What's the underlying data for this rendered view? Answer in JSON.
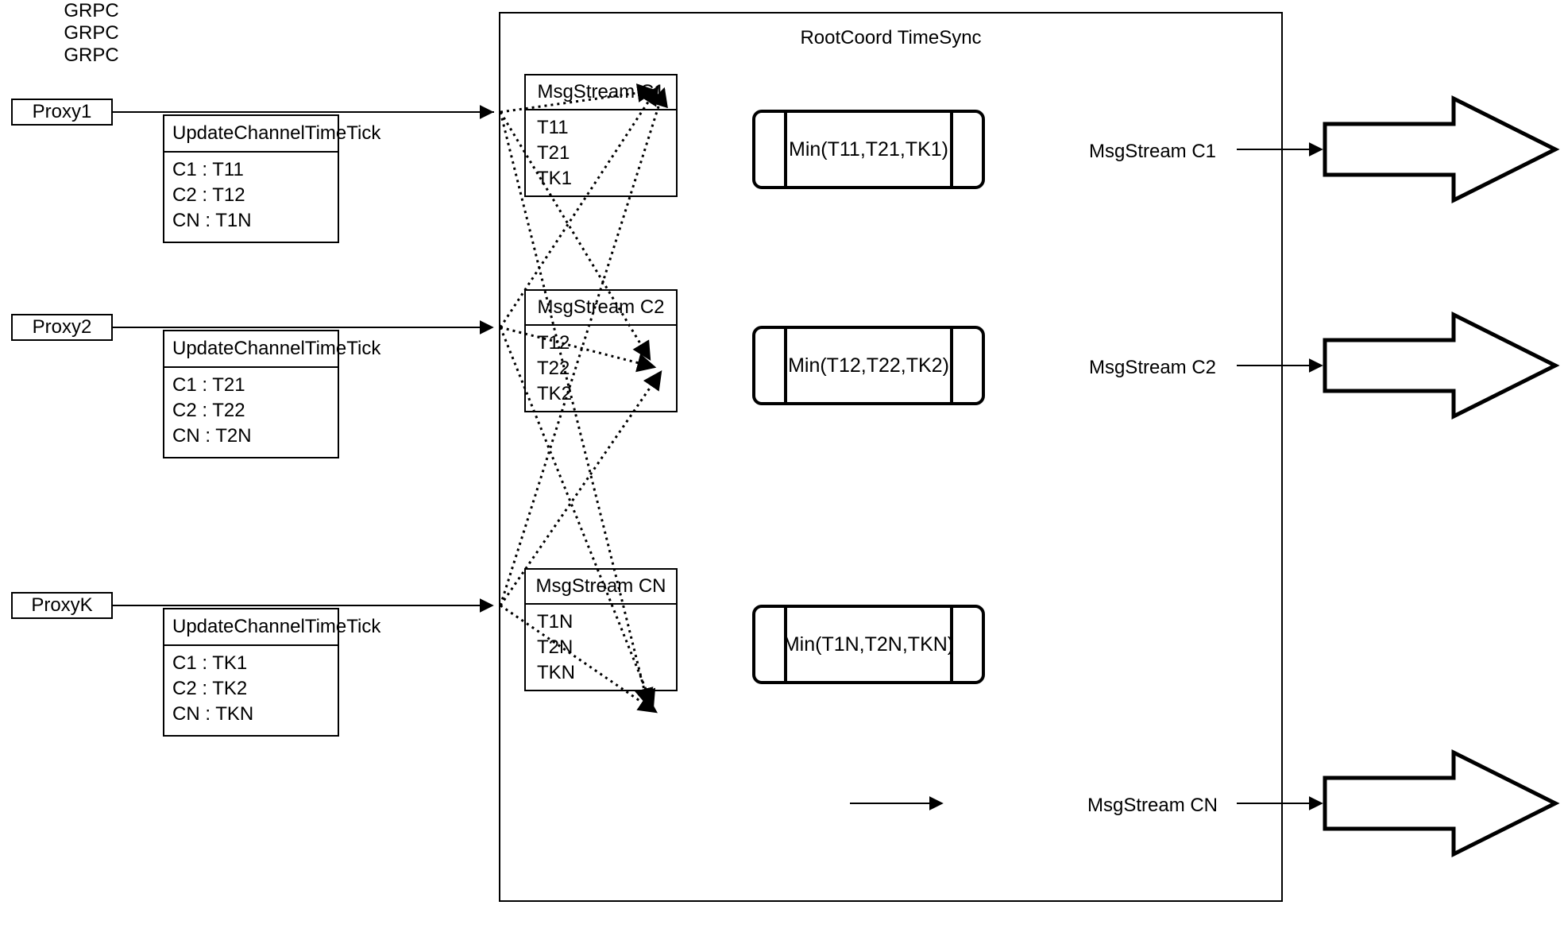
{
  "diagram": {
    "title": "RootCoord TimeSync",
    "container_label": "RootCoord TimeSync"
  },
  "proxies": [
    {
      "name": "Proxy1",
      "link_label": "GRPC",
      "request": {
        "header": "UpdateChannelTimeTick",
        "rows": [
          "C1 :  T11",
          "C2 :  T12",
          "CN : T1N"
        ]
      }
    },
    {
      "name": "Proxy2",
      "link_label": "GRPC",
      "request": {
        "header": "UpdateChannelTimeTick",
        "rows": [
          "C1 :  T21",
          "C2 :  T22",
          "CN : T2N"
        ]
      }
    },
    {
      "name": "ProxyK",
      "link_label": "GRPC",
      "request": {
        "header": "UpdateChannelTimeTick",
        "rows": [
          "C1 :  TK1",
          "C2 :  TK2",
          "CN : TKN"
        ]
      }
    }
  ],
  "channels": [
    {
      "stream": {
        "header": "MsgStream C1",
        "rows": [
          "T11",
          "T21",
          "TK1"
        ]
      },
      "aggregator": {
        "label": "Min(T11,T21,TK1)"
      },
      "output": {
        "label": "MsgStream C1"
      }
    },
    {
      "stream": {
        "header": "MsgStream C2",
        "rows": [
          "T12",
          "T22",
          "TK2"
        ]
      },
      "aggregator": {
        "label": "Min(T12,T22,TK2)"
      },
      "output": {
        "label": "MsgStream C2"
      }
    },
    {
      "stream": {
        "header": "MsgStream CN",
        "rows": [
          "T1N",
          "T2N",
          "TKN"
        ]
      },
      "aggregator": {
        "label": "Min(T1N,T2N,TKN)"
      },
      "output": {
        "label": "MsgStream CN"
      }
    }
  ],
  "colors": {
    "stroke": "#000000",
    "background": "#ffffff"
  }
}
